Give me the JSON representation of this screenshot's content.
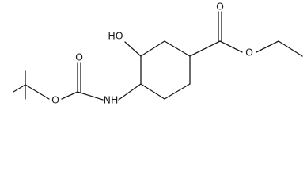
{
  "molecule": {
    "atom_labels": {
      "hydroxyl": "HO",
      "ester_carbonyl_o": "O",
      "ester_ether_o": "O",
      "carbamate_carbonyl_o": "O",
      "carbamate_ether_o": "O",
      "amine": "NH"
    }
  }
}
